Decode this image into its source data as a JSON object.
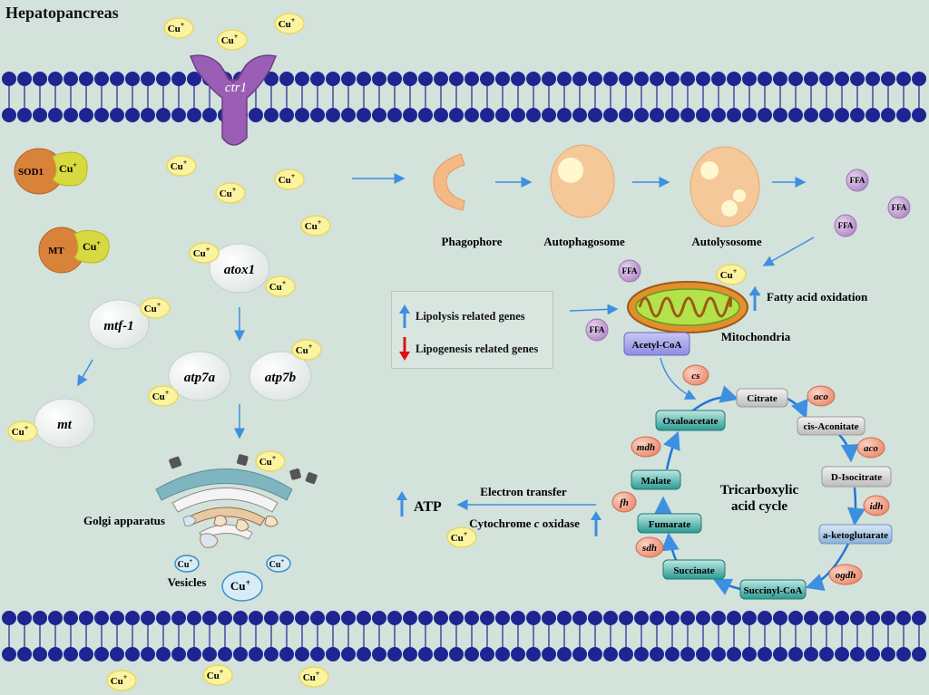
{
  "title": "Hepatopancreas",
  "ion": {
    "symbol": "Cu",
    "charge": "+"
  },
  "membrane": {
    "head_color": "#1e2592",
    "tail_color": "#1e2592"
  },
  "transporter": {
    "label": "ctr1",
    "color": "#9a5fb4"
  },
  "proteins": [
    {
      "label": "SOD1",
      "color": "#d8823a"
    },
    {
      "label": "MT",
      "color": "#d8823a"
    }
  ],
  "genes": [
    "atox1",
    "mtf-1",
    "mt",
    "atp7a",
    "atp7b"
  ],
  "organelles": {
    "golgi": "Golgi apparatus",
    "vesicles": "Vesicles",
    "mitochondria": "Mitochondria"
  },
  "autophagy": {
    "stages": [
      "Phagophore",
      "Autophagosome",
      "Autolysosome"
    ],
    "ffa_label": "FFA"
  },
  "legend": {
    "up": "Lipolysis related genes",
    "down": "Lipogenesis related genes",
    "up_color": "#3d8fe0",
    "down_color": "#e01010"
  },
  "fatty_acid_oxidation": "Fatty acid oxidation",
  "acetyl_coa": "Acetyl-CoA",
  "tca": {
    "title_line1": "Tricarboxylic",
    "title_line2": "acid cycle",
    "gray_metabolites": [
      "Citrate",
      "cis-Aconitate",
      "D-Isocitrate"
    ],
    "blue_metabolites": [
      "a-ketoglutarate"
    ],
    "teal_metabolites": [
      "Succinyl-CoA",
      "Succinate",
      "Fumarate",
      "Malate",
      "Oxaloacetate"
    ],
    "enzymes": [
      "cs",
      "aco",
      "aco",
      "idh",
      "ogdh",
      "sdh",
      "fh",
      "mdh"
    ]
  },
  "electron": {
    "transfer": "Electron transfer",
    "oxidase_pre": "Cytochrome ",
    "oxidase_italic": "c",
    "oxidase_post": " oxidase",
    "atp": "ATP"
  }
}
